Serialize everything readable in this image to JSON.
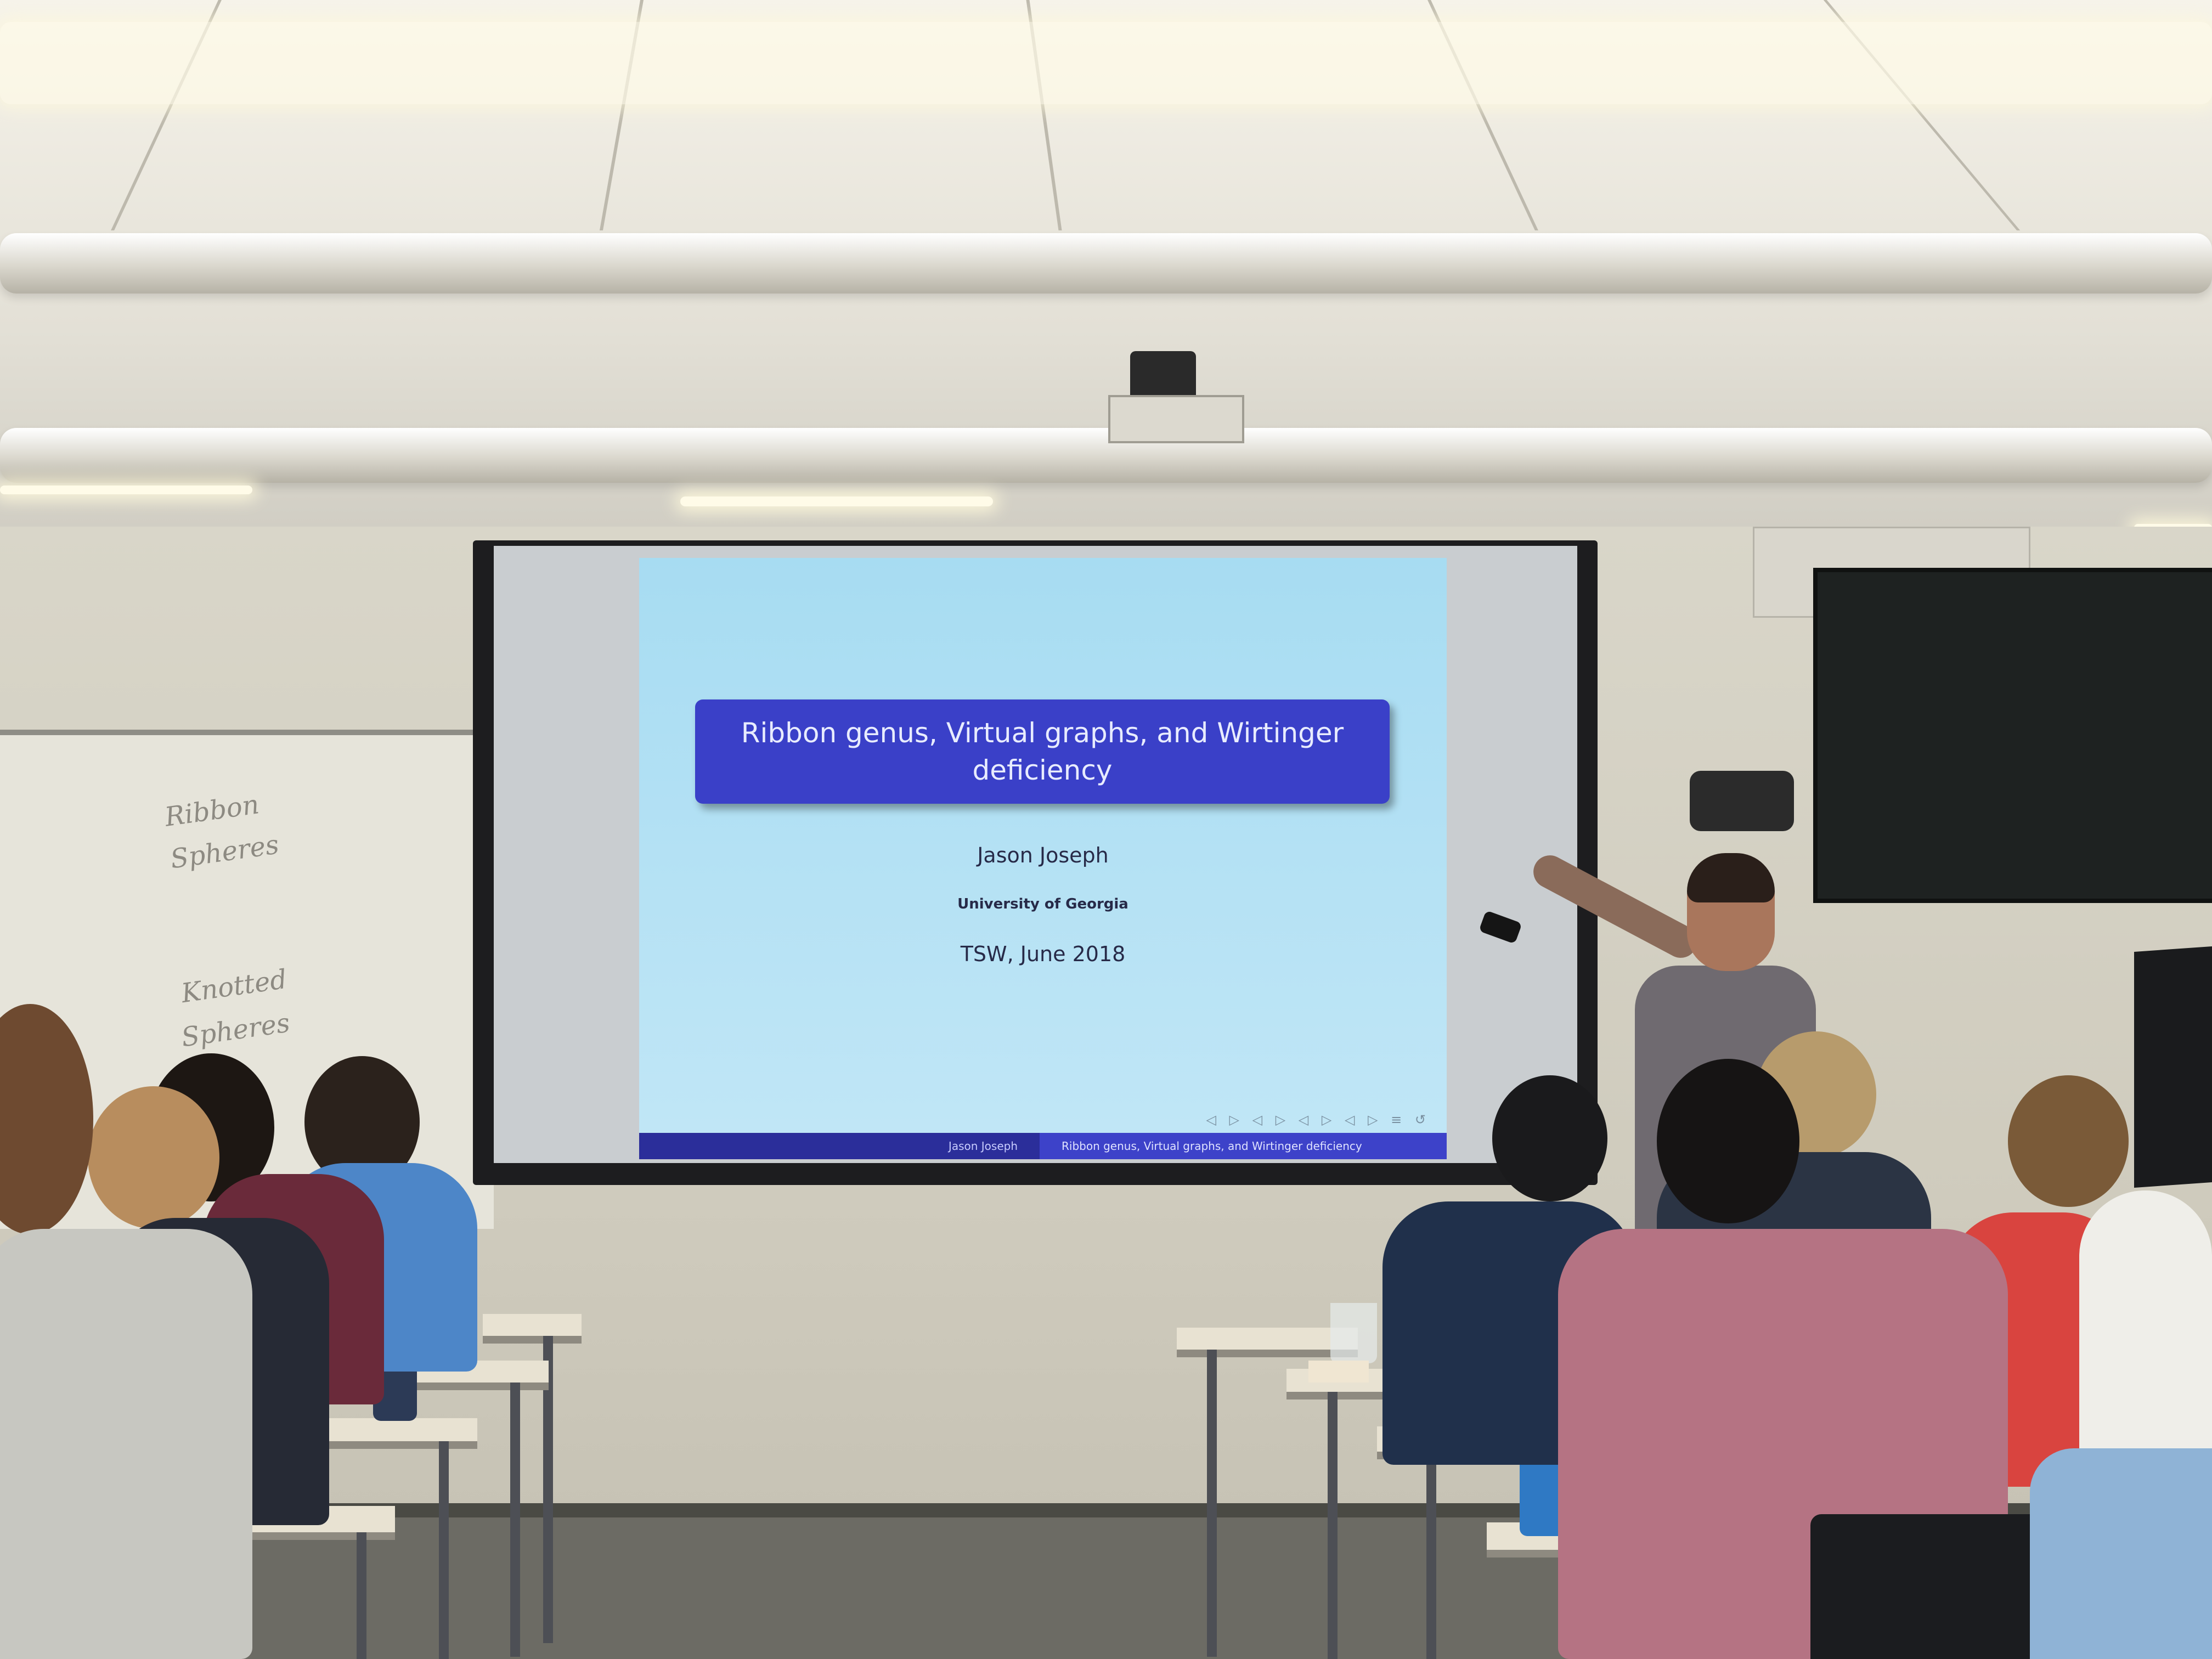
{
  "slide": {
    "title": "Ribbon genus, Virtual graphs, and Wirtinger deficiency",
    "author": "Jason Joseph",
    "affiliation": "University of Georgia",
    "event": "TSW, June 2018",
    "footer_left": "Jason Joseph",
    "footer_right": "Ribbon genus, Virtual graphs, and Wirtinger deficiency",
    "theme_colors": {
      "background": "#b4e1f4",
      "title_box": "#3a40c8",
      "text": "#272a48"
    }
  },
  "whiteboard": {
    "notes": [
      "Ribbon",
      "Spheres",
      "Knotted",
      "Spheres"
    ]
  }
}
